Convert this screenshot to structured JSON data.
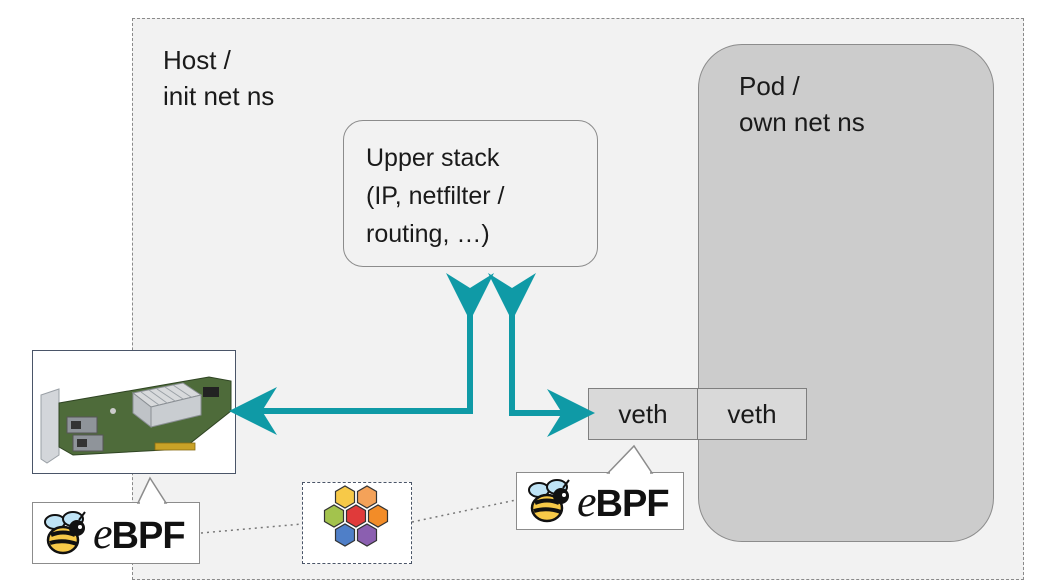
{
  "host": {
    "label": "Host /\ninit net ns"
  },
  "pod": {
    "label": "Pod /\nown net ns"
  },
  "upper_stack": {
    "label": "Upper stack\n(IP,  netfilter /\nrouting, …)"
  },
  "veth_host": {
    "label": "veth"
  },
  "veth_pod": {
    "label": "veth"
  },
  "ebpf_logo": {
    "prefix": "e",
    "suffix": "BPF"
  },
  "colors": {
    "arrow": "#0f9aa6",
    "host_bg": "#f2f2f2",
    "pod_bg": "#cccccc",
    "map_hexagons": [
      "#f7c948",
      "#f4a259",
      "#a3c34d",
      "#e03a3a",
      "#f28c28",
      "#6fba45",
      "#4f7fc8",
      "#8b5fb0"
    ]
  },
  "icons": [
    "nic-card-icon",
    "bee-icon",
    "bpf-maps-icon"
  ]
}
